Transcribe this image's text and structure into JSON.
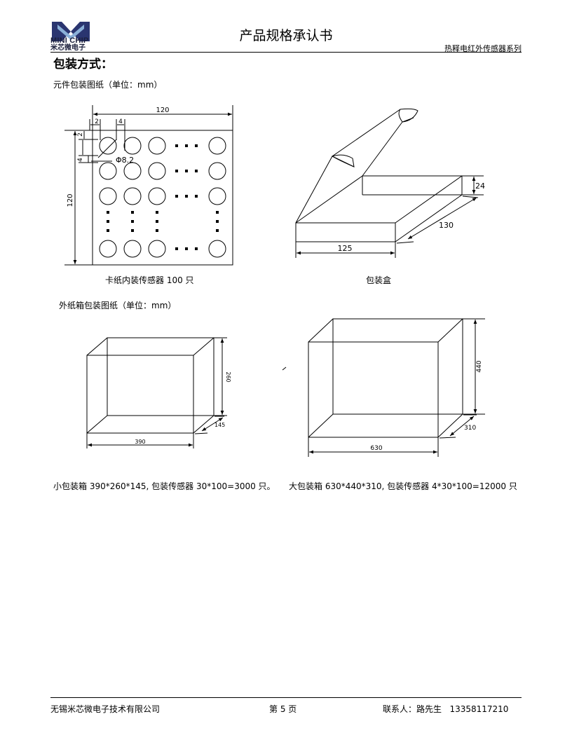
{
  "header": {
    "logo_text": "MINI CHIP",
    "logo_cn": "米芯微电子",
    "title": "产品规格承认书",
    "series": "热释电红外传感器系列"
  },
  "section_title": "包装方式：",
  "component_packaging": {
    "heading": "元件包装图纸（单位：mm）",
    "card": {
      "width_label": "120",
      "height_label": "120",
      "spacing_label_a": "2",
      "spacing_label_b": "4",
      "spacing_label_c": "4",
      "hole_label": "Φ8.2",
      "caption": "卡纸内装传感器 100 只"
    },
    "box": {
      "height_label": "24",
      "depth_label": "130",
      "width_label": "125",
      "caption": "包装盒"
    }
  },
  "carton_packaging": {
    "heading": "外纸箱包装图纸（单位：mm）",
    "small": {
      "width_label": "390",
      "height_label": "260",
      "depth_label": "145",
      "caption": "小包装箱 390*260*145, 包装传感器 30*100=3000 只。"
    },
    "large": {
      "width_label": "630",
      "height_label": "440",
      "depth_label": "310",
      "caption": "大包装箱 630*440*310, 包装传感器 4*30*100=12000 只"
    }
  },
  "footer": {
    "company": "无锡米芯微电子技术有限公司",
    "page": "第 5 页",
    "contact": "联系人：路先生   13358117210"
  }
}
